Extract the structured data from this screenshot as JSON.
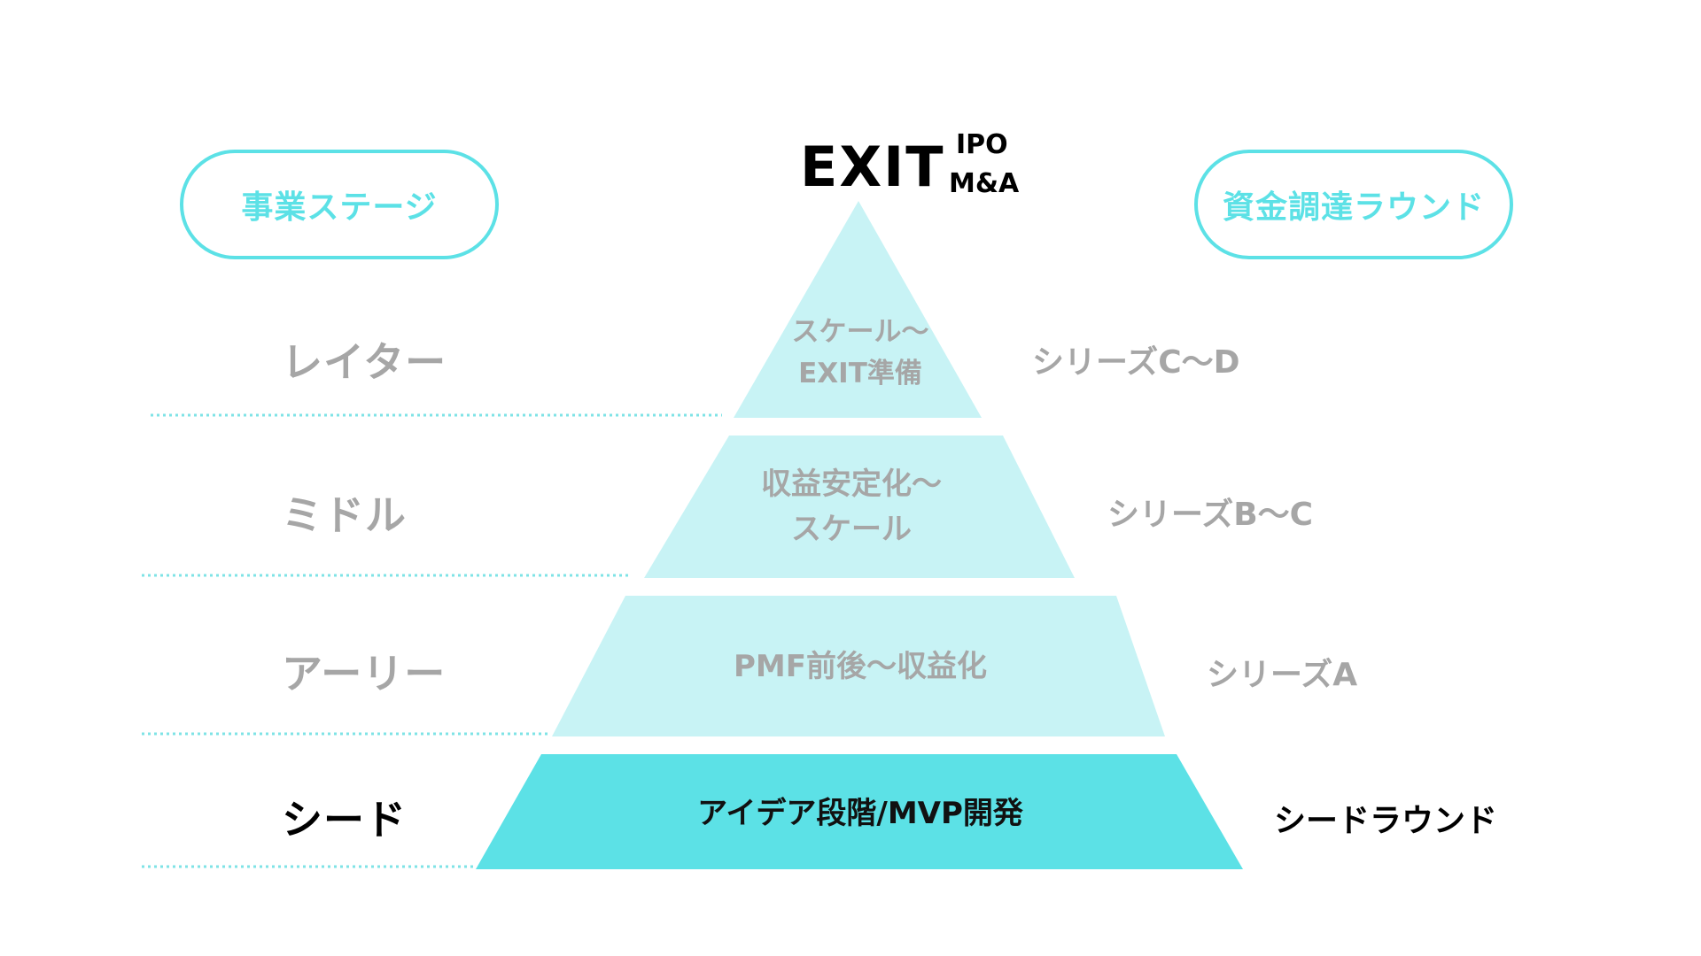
{
  "header": {
    "left_pill": "事業ステージ",
    "right_pill": "資金調達ラウンド"
  },
  "exit": {
    "title": "EXIT",
    "sub1": "IPO",
    "sub2": "M&A"
  },
  "stages": [
    {
      "label": "レイター",
      "round": "シリーズC〜D",
      "tier_lines": [
        "スケール〜",
        "EXIT準備"
      ],
      "active": false
    },
    {
      "label": "ミドル",
      "round": "シリーズB〜C",
      "tier_lines": [
        "収益安定化〜",
        "スケール"
      ],
      "active": false
    },
    {
      "label": "アーリー",
      "round": "シリーズA",
      "tier_lines": [
        "PMF前後〜収益化"
      ],
      "active": false
    },
    {
      "label": "シード",
      "round": "シードラウンド",
      "tier_lines": [
        "アイデア段階/MVP開発"
      ],
      "active": true
    }
  ],
  "colors": {
    "tier_light": "#c8f3f5",
    "tier_active": "#5ce1e6",
    "accent": "#5ce1e6",
    "muted_text": "#a6a6a6",
    "dotted_line": "#7fe3e6"
  }
}
